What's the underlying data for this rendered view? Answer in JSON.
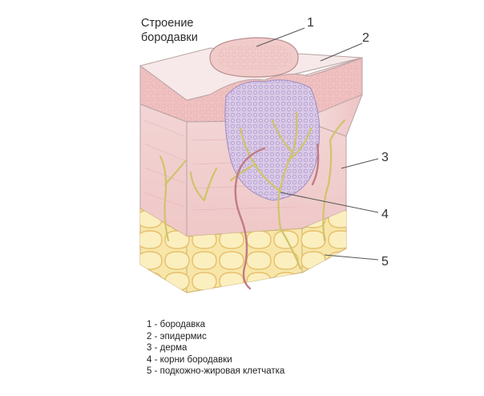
{
  "title": {
    "line1": "Строение",
    "line2": "бородавки"
  },
  "callouts": [
    "1",
    "2",
    "3",
    "4",
    "5"
  ],
  "legend": [
    "1 - бородавка",
    "2 - эпидермис",
    "3 - дерма",
    "4 - корни бородавки",
    "5 - подкожно-жировая клетчатка"
  ],
  "colors": {
    "background": "#ffffff",
    "epidermis": "#f2c9c9",
    "dermis": "#f0cfcf",
    "fat": "#f7e6a8",
    "wart": "#d8c6e2",
    "nerve": "#d8cf74",
    "vessel": "#c07b86"
  }
}
